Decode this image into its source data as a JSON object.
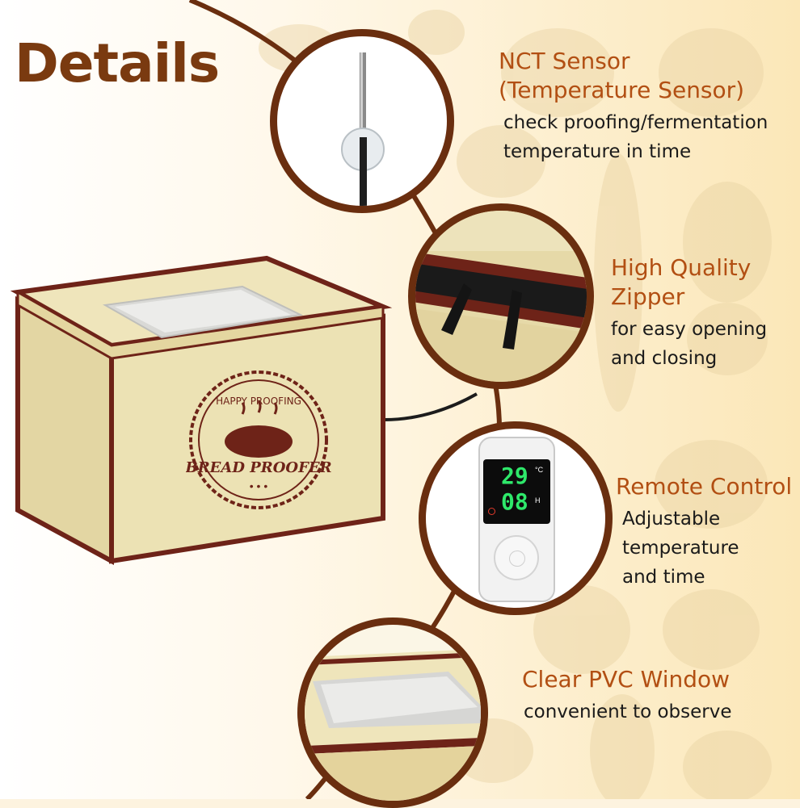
{
  "heading": "Details",
  "features": [
    {
      "title": [
        "NCT Sensor",
        "(Temperature Sensor)"
      ],
      "desc": [
        "check proofing/fermentation",
        "temperature in time"
      ],
      "icon": "sensor-probe-icon"
    },
    {
      "title": [
        "High Quality",
        "Zipper"
      ],
      "desc": [
        "for easy opening",
        "and closing"
      ],
      "icon": "zipper-icon"
    },
    {
      "title": [
        "Remote Control"
      ],
      "desc": [
        "Adjustable",
        "temperature",
        "and time"
      ],
      "icon": "remote-controller-icon"
    },
    {
      "title": [
        "Clear PVC Window"
      ],
      "desc": [
        "convenient to observe"
      ],
      "icon": "window-icon"
    }
  ],
  "product": {
    "badge_top": "HAPPY PROOFING",
    "badge_main": "BREAD PROOFER"
  },
  "controller": {
    "temp": "29",
    "temp_unit": "°C",
    "time": "08",
    "time_unit": "H"
  },
  "colors": {
    "accent": "#b24f13",
    "frame": "#6a2e0f",
    "fabric": "#ece2b4",
    "piping": "#6e2318",
    "display": "#2ee86a"
  }
}
